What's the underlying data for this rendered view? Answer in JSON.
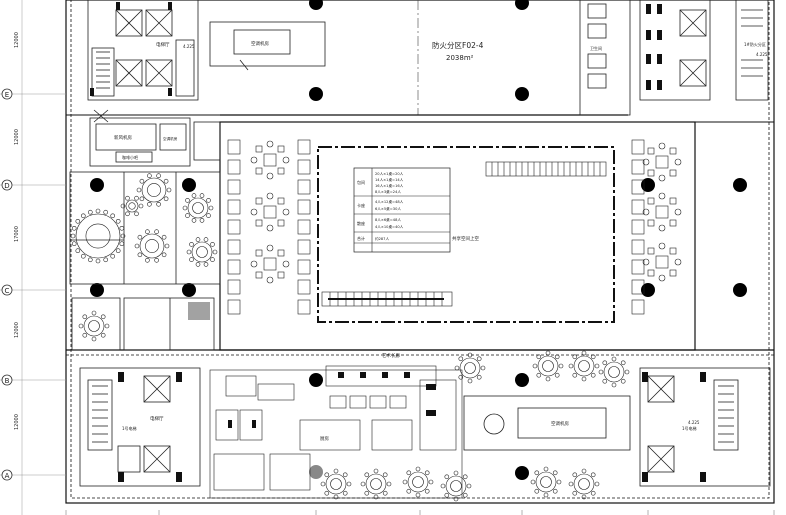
{
  "zone": {
    "label": "防火分区F02-4",
    "area": "2038m²"
  },
  "grid_letters": [
    "E",
    "D",
    "C",
    "B",
    "A"
  ],
  "dims": [
    "12000",
    "12000",
    "17000",
    "12000",
    "12000"
  ],
  "rooms": {
    "ac_top": "空调机房",
    "fan_left": "新风机房",
    "ac_left": "空调机房",
    "coffee": "咖啡小吧",
    "kitchen_main": "厨房",
    "ac_bottom": "空调机房",
    "elevator_a": "电梯厅",
    "elevator_b": "电梯厅",
    "elev_left": "1号电梯",
    "elev_right": "1号电梯",
    "zone_label_small": "1#防火分区",
    "wc": "卫生间",
    "art": "艺术长廊",
    "dining": "共享空间上空"
  },
  "seat_table": {
    "rows": [
      [
        "包间",
        "20人×1桌=20人"
      ],
      [
        "",
        "14人×1桌=14人"
      ],
      [
        "",
        "16人×1桌=16人"
      ],
      [
        "",
        "8人×3桌=24人"
      ],
      [
        "卡座",
        "4人×12桌=48人"
      ],
      [
        "",
        "6人×5桌=30人"
      ],
      [
        "散座",
        "8人×6桌=48人"
      ],
      [
        "",
        "4人×10桌=40人"
      ],
      [
        "合计",
        "约287人"
      ]
    ]
  },
  "levels": [
    "4.225",
    "4.225",
    "4.225"
  ]
}
